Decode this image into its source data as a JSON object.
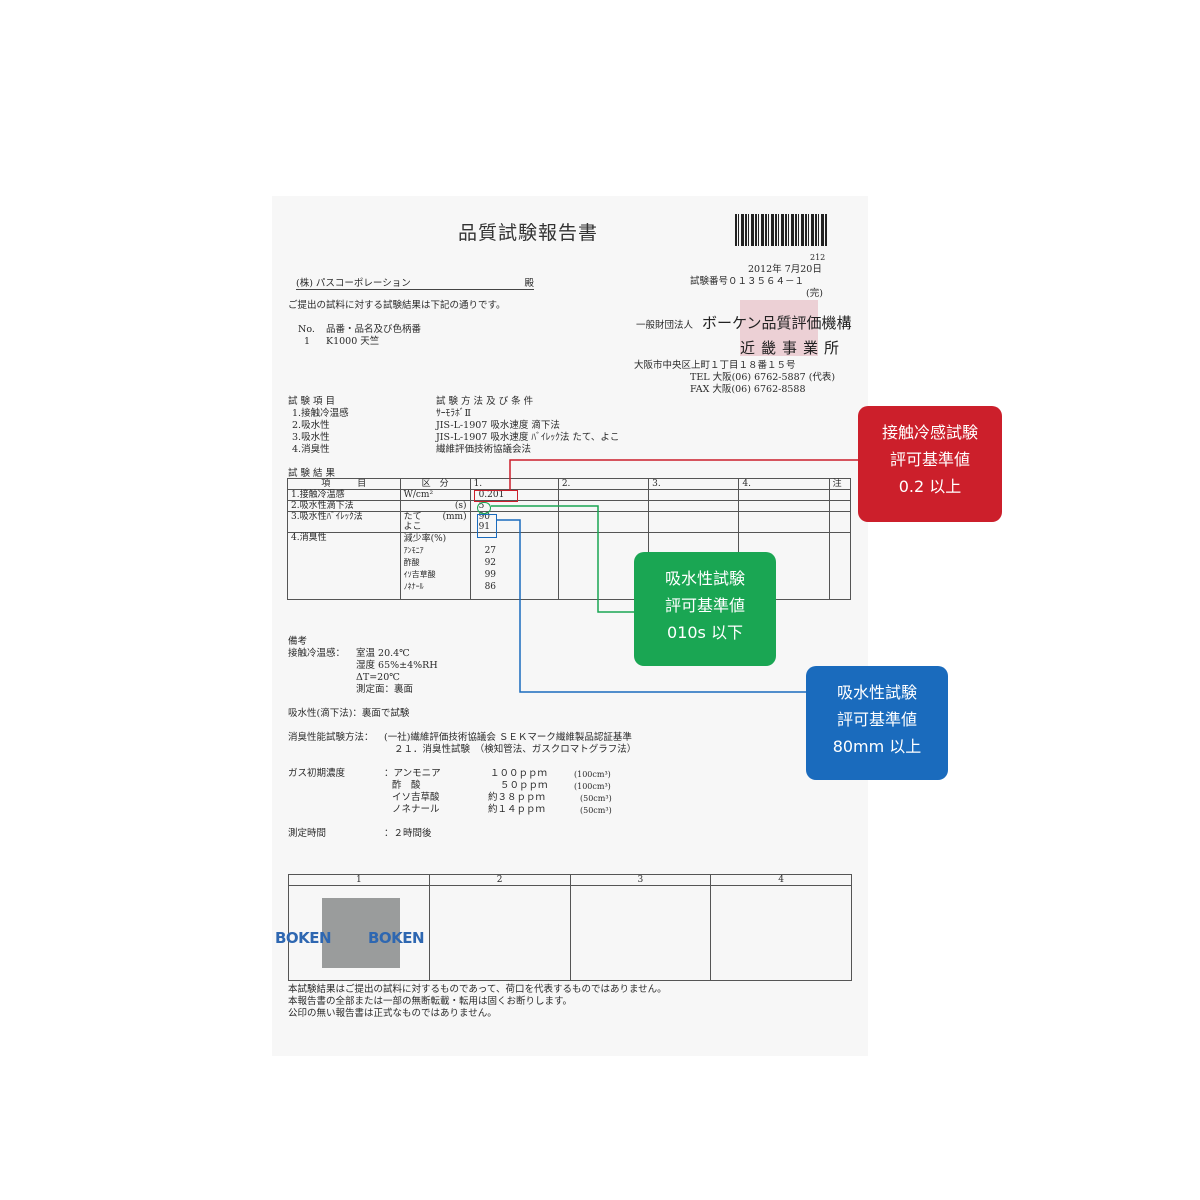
{
  "report": {
    "title": "品質試験報告書",
    "page_code": "212",
    "date": "2012年 7月20日",
    "test_number": "試験番号０１３５６４－１",
    "status": "(完)",
    "client": "(株) パスコーポレーション",
    "honorific": "殿",
    "intro": "ご提出の試料に対する試験結果は下記の通りです。",
    "sample_header_no": "No.",
    "sample_header_name": "品番・品名及び色柄番",
    "sample_no": "1",
    "sample_name": "K1000 天竺",
    "org_prefix": "一般財団法人",
    "org_name": "ボーケン品質評価機構",
    "org_office": "近畿事業所",
    "address": "大阪市中央区上町１丁目１８番１５号",
    "tel": "TEL 大阪(06) 6762-5887 (代表)",
    "fax": "FAX 大阪(06) 6762-8588"
  },
  "test_items": {
    "header_item": "試 験 項 目",
    "header_method": "試 験 方 法 及 び 条 件",
    "rows": [
      {
        "item": "1.接触冷温感",
        "method": "ｻｰﾓﾗﾎﾞⅡ"
      },
      {
        "item": "2.吸水性",
        "method": "JIS-L-1907 吸水速度 滴下法"
      },
      {
        "item": "3.吸水性",
        "method": "JIS-L-1907 吸水速度 ﾊﾞｲﾚｯｸ法 たて、よこ"
      },
      {
        "item": "4.消臭性",
        "method": "繊維評価技術協議会法"
      }
    ]
  },
  "results": {
    "label": "試 験 結 果",
    "header": {
      "item": "項　　　目",
      "division": "区　分",
      "c1": "1.",
      "c2": "2.",
      "c3": "3.",
      "c4": "4.",
      "note": "注"
    },
    "row1": {
      "item": "1.接触冷温感",
      "unit": "W/cm²",
      "value": "0.201"
    },
    "row2": {
      "item": "2.吸水性滴下法",
      "unit": "(s)",
      "value": "5"
    },
    "row3": {
      "item": "3.吸水性ﾊﾞｲﾚｯｸ法",
      "warp": "たて",
      "weft": "よこ",
      "unit": "(mm)",
      "warp_value": "90",
      "weft_value": "91"
    },
    "row4": {
      "item": "4.消臭性",
      "sub_header": "減少率(%)",
      "rows": [
        {
          "label": "ｱﾝﾓﾆｱ",
          "value": "27"
        },
        {
          "label": "酢酸",
          "value": "92"
        },
        {
          "label": "ｲｿ吉草酸",
          "value": "99"
        },
        {
          "label": "ﾉﾈﾅｰﾙ",
          "value": "86"
        }
      ]
    }
  },
  "remarks": {
    "title": "備考",
    "contact_label": "接触冷温感：",
    "contact_lines": [
      "室温 20.4℃",
      "湿度 65%±4%RH",
      "ΔT=20℃",
      "測定面：裏面"
    ],
    "absorb_line": "吸水性(滴下法)：裏面で試験",
    "deodor_label": "消臭性能試験方法：",
    "deodor_line1": "(一社)繊維評価技術協議会 ＳＥＫマーク繊維製品認証基準",
    "deodor_line2": "２１．消臭性試験　（検知管法、ガスクロマトグラフ法）",
    "gas_label": "ガス初期濃度",
    "gases": [
      {
        "name": "：アンモニア",
        "conc": "１００ｐｐｍ",
        "vol": "(100cm³)"
      },
      {
        "name": "酢　酸",
        "conc": "５０ｐｐｍ",
        "vol": "(100cm³)"
      },
      {
        "name": "イソ吉草酸",
        "conc": "約３８ｐｐｍ",
        "vol": "(50cm³)"
      },
      {
        "name": "ノネナール",
        "conc": "約１４ｐｐｍ",
        "vol": "(50cm³)"
      }
    ],
    "time_label": "測定時間",
    "time_value": "：２時間後"
  },
  "photos": {
    "cols": [
      "1",
      "2",
      "3",
      "4"
    ],
    "watermark": "BOKEN"
  },
  "footer": [
    "本試験結果はご提出の試料に対するものであって、荷口を代表するものではありません。",
    "本報告書の全部または一部の無断転載・転用は固くお断りします。",
    "公印の無い報告書は正式なものではありません。"
  ],
  "callouts": {
    "red": {
      "line1": "接触冷感試験",
      "line2": "評可基準値",
      "line3": "0.2 以上",
      "color": "#cc1f2b"
    },
    "green": {
      "line1": "吸水性試験",
      "line2": "評可基準値",
      "line3": "010s 以下",
      "color": "#1aa653"
    },
    "blue": {
      "line1": "吸水性試験",
      "line2": "評可基準値",
      "line3": "80mm 以上",
      "color": "#1a6bbd"
    }
  }
}
